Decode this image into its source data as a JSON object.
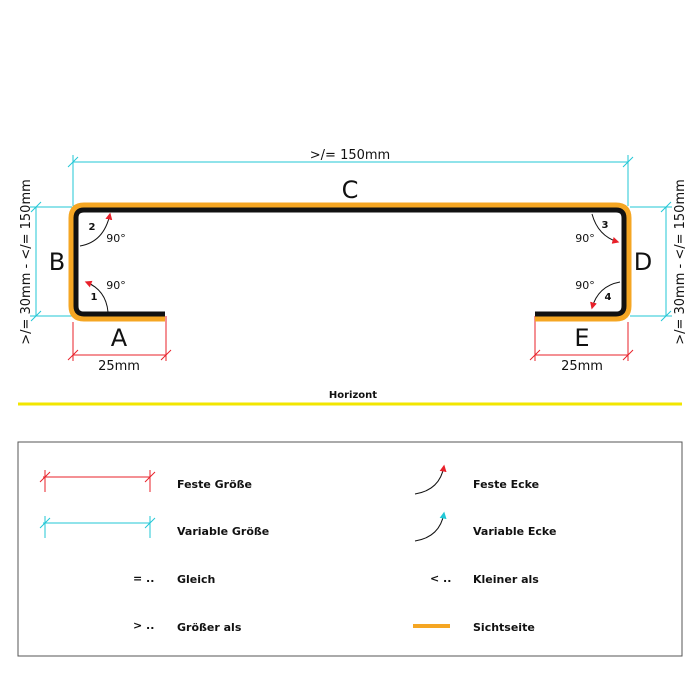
{
  "drawing": {
    "top_dimension": ">/= 150mm",
    "left_dimension": ">/= 30mm - </= 150mm",
    "right_dimension": ">/= 30mm - </= 150mm",
    "bottom_left_dimension": "25mm",
    "bottom_right_dimension": "25mm",
    "segments": {
      "a": "A",
      "b": "B",
      "c": "C",
      "d": "D",
      "e": "E"
    },
    "corners": [
      {
        "number": "1",
        "angle": "90°"
      },
      {
        "number": "2",
        "angle": "90°"
      },
      {
        "number": "3",
        "angle": "90°"
      },
      {
        "number": "4",
        "angle": "90°"
      }
    ],
    "horizon_label": "Horizont"
  },
  "legend": {
    "fixed_size": "Feste Größe",
    "variable_size": "Variable Größe",
    "equal": "Gleich",
    "greater_than": "Größer als",
    "fixed_corner": "Feste Ecke",
    "variable_corner": "Variable Ecke",
    "less_than": "Kleiner als",
    "visible_side": "Sichtseite",
    "equal_symbol": "= ..",
    "greater_symbol": "> ..",
    "less_symbol": "< .."
  },
  "colors": {
    "fixed": "#e8202a",
    "variable": "#21c7d6",
    "visible_side": "#f5a623",
    "horizon": "#f2e600",
    "profile": "#111111"
  }
}
